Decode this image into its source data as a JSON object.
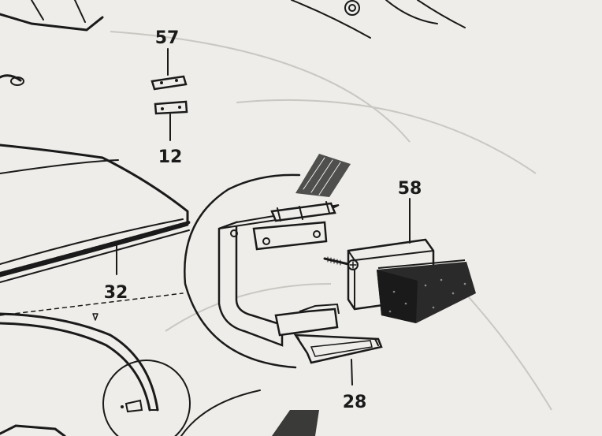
{
  "diagram": {
    "callouts": [
      {
        "id": "part-57",
        "label": "57"
      },
      {
        "id": "part-12",
        "label": "12"
      },
      {
        "id": "part-58",
        "label": "58"
      },
      {
        "id": "part-32",
        "label": "32"
      },
      {
        "id": "part-28",
        "label": "28"
      }
    ],
    "colors": {
      "paper": "#eeede9",
      "ink": "#1a1a1a",
      "faint": "#c9c7c2"
    }
  }
}
